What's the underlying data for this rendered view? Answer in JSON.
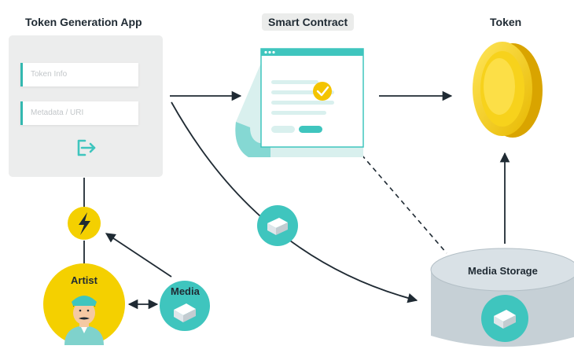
{
  "titles": {
    "app": "Token Generation App",
    "contract": "Smart Contract",
    "token": "Token"
  },
  "app": {
    "field1": "Token Info",
    "field2": "Metadata / URI"
  },
  "nodes": {
    "artist": "Artist",
    "media": "Media",
    "storage": "Media Storage"
  },
  "colors": {
    "teal": "#3fc5be",
    "yellow": "#f4d000",
    "gold": "#e7b800",
    "cylinder_side": "#c6d0d6",
    "cylinder_top": "#d9e1e6",
    "arrow": "#1f2a33"
  },
  "icons": [
    "exit-icon",
    "lightning-icon",
    "document-icon",
    "checkmark-icon",
    "coin-icon",
    "cube-icon",
    "artist-avatar"
  ]
}
